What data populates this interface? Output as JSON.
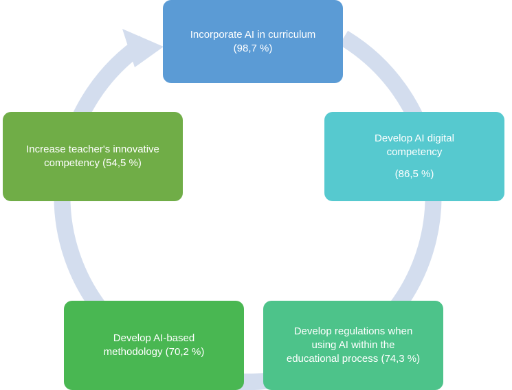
{
  "colors": {
    "ring": "#d3ddee",
    "node_blue": "#5b9bd5",
    "node_teal": "#56c9cf",
    "node_seagreen": "#4dc38a",
    "node_green": "#49b752",
    "node_olive": "#70ad47",
    "text": "#ffffff"
  },
  "nodes": [
    {
      "line1": "Incorporate AI in curriculum",
      "line2": "(98,7 %)"
    },
    {
      "line1": "Develop AI digital",
      "line2": "competency",
      "line3": "(86,5 %)"
    },
    {
      "line1": "Develop regulations when",
      "line2": "using AI within the",
      "line3": "educational process (74,3 %)"
    },
    {
      "line1": "Develop AI-based",
      "line2": "methodology (70,2 %)"
    },
    {
      "line1": "Increase teacher's innovative",
      "line2": "competency (54,5 %)"
    }
  ]
}
